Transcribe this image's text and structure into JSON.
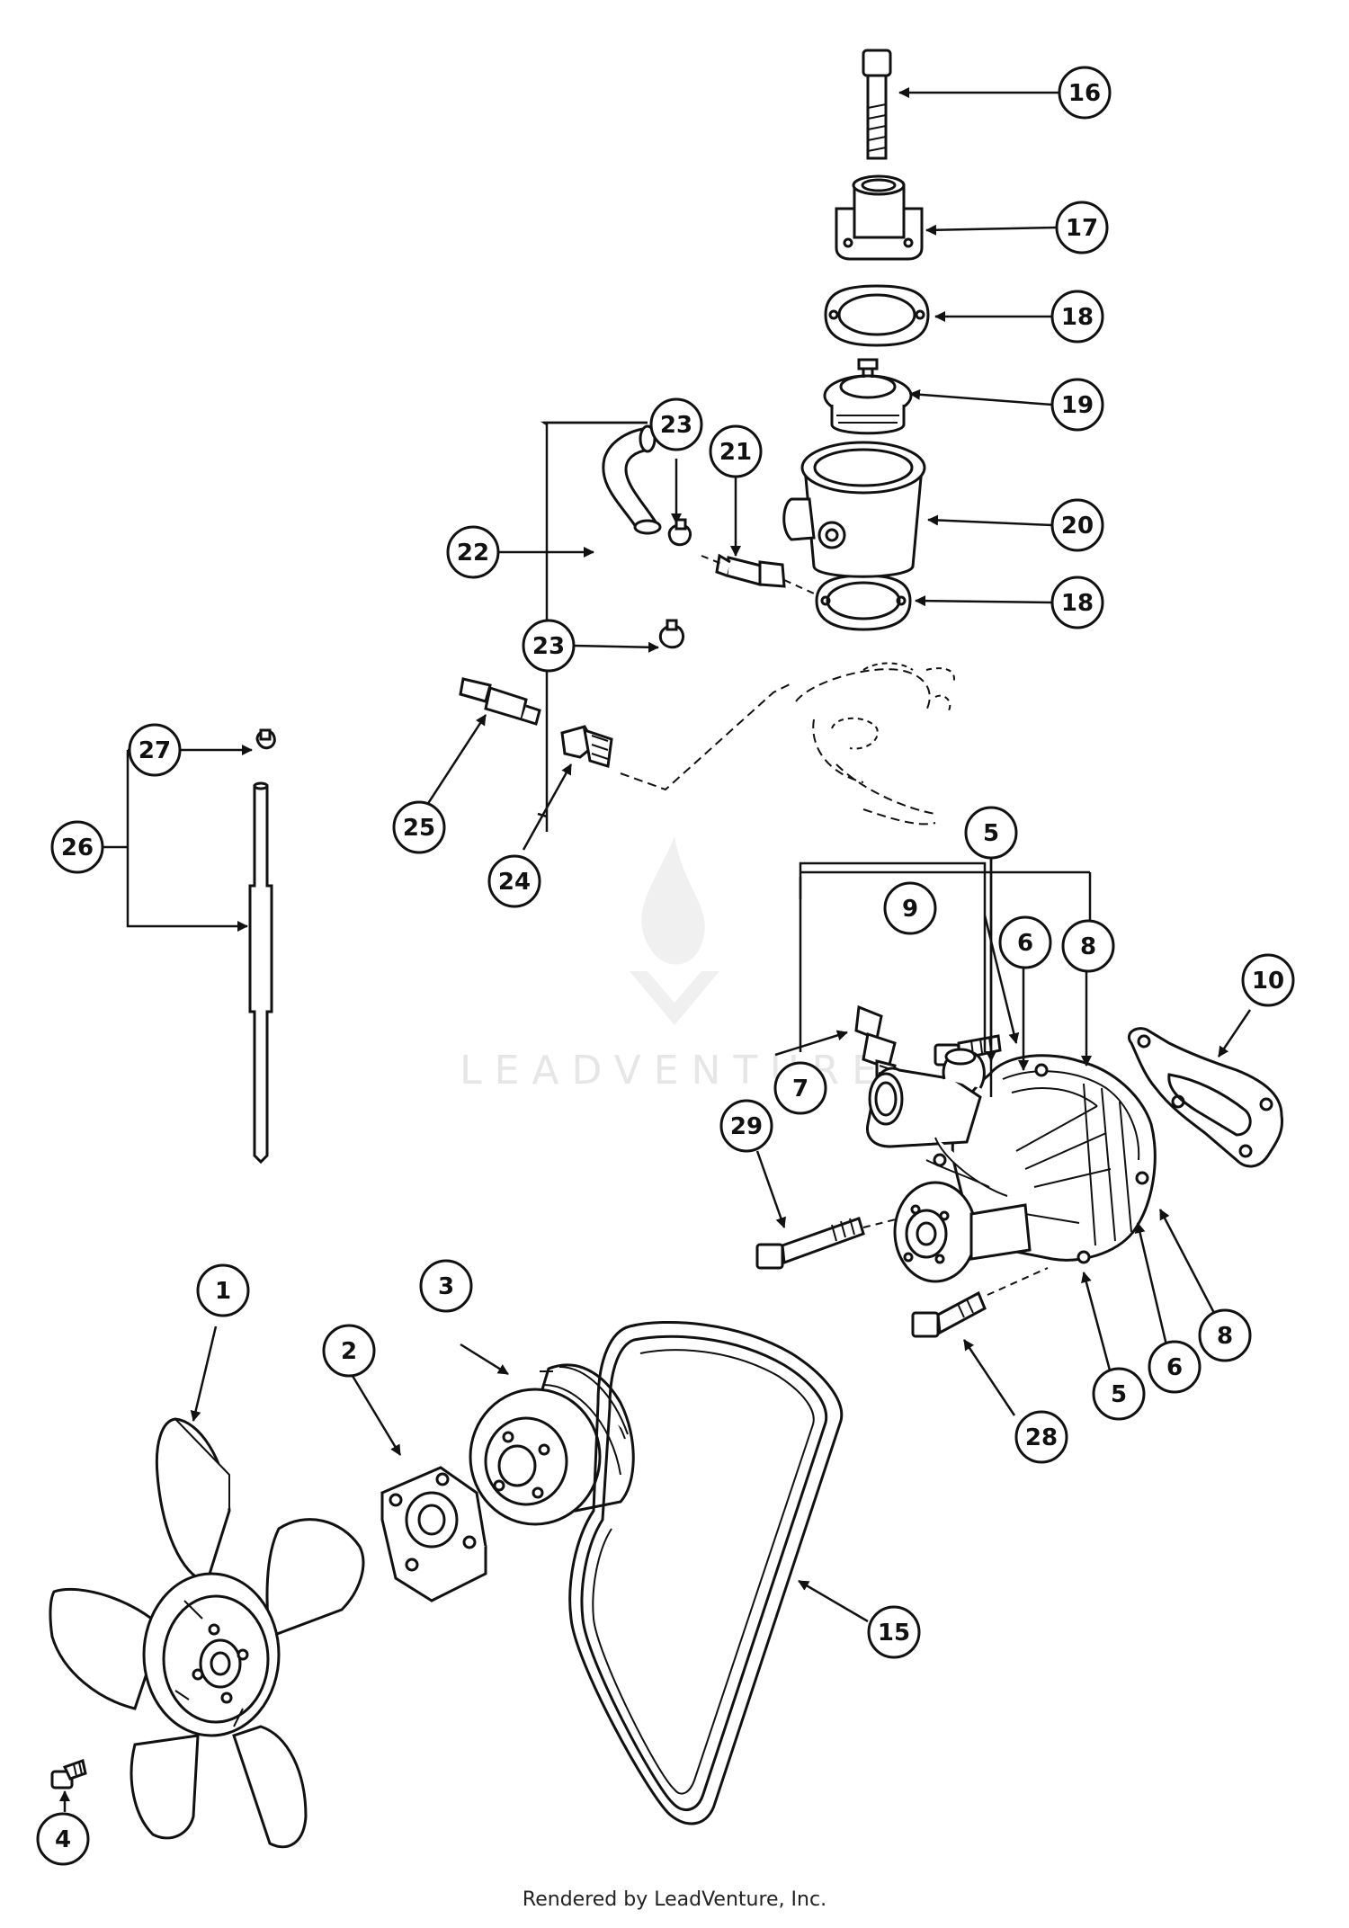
{
  "watermark": "LEADVENTURE",
  "footer": "Rendered by LeadVenture, Inc.",
  "callouts": {
    "c1": "1",
    "c2": "2",
    "c3": "3",
    "c4": "4",
    "c5": "5",
    "c6": "6",
    "c7": "7",
    "c8": "8",
    "c9": "9",
    "c10": "10",
    "c15": "15",
    "c16": "16",
    "c17": "17",
    "c18": "18",
    "c19": "19",
    "c20": "20",
    "c21": "21",
    "c22": "22",
    "c23": "23",
    "c24": "24",
    "c25": "25",
    "c26": "26",
    "c27": "27",
    "c28": "28",
    "c29": "29"
  }
}
